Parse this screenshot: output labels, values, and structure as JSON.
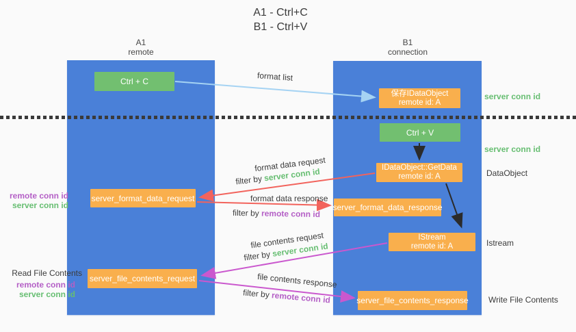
{
  "title": {
    "line1": "A1 - Ctrl+C",
    "line2": "B1 - Ctrl+V"
  },
  "columns": {
    "a1": {
      "name": "A1",
      "subtitle": "remote"
    },
    "b1": {
      "name": "B1",
      "subtitle": "connection"
    }
  },
  "nodes": {
    "ctrl_c": "Ctrl + C",
    "ctrl_v": "Ctrl + V",
    "save_idataobject_line1": "保存IDataObject",
    "save_idataobject_line2": "remote id: A",
    "getdata_line1": "IDataObject::GetData",
    "getdata_line2": "remote id: A",
    "istream_line1": "IStream",
    "istream_line2": "remote id: A",
    "server_format_data_request": "server_format_data_request",
    "server_format_data_response": "server_format_data_response",
    "server_file_contents_request": "server_file_contents_request",
    "server_file_contents_response": "server_file_contents_response"
  },
  "arrow_labels": {
    "format_list": "format list",
    "format_data_request": "format data request",
    "format_data_response": "format data response",
    "file_contents_request": "file contents request",
    "file_contents_response": "file contents response",
    "filter_by": "filter by"
  },
  "terms": {
    "server_conn_id": "server conn id",
    "remote_conn_id": "remote conn id"
  },
  "side_labels": {
    "right_server_conn_id_1": "server conn id",
    "right_server_conn_id_2": "server conn id",
    "dataobject": "DataObject",
    "istream": "Istream",
    "write_file_contents": "Write File Contents",
    "read_file_contents": "Read File Contents",
    "left_remote_conn_id_1": "remote conn id",
    "left_server_conn_id_1": "server conn id",
    "left_remote_conn_id_2": "remote conn id",
    "left_server_conn_id_2": "server conn id"
  },
  "colors": {
    "background": "#fafafa",
    "lifeline_blue": "#4a80d8",
    "node_orange": "#f9af4d",
    "node_green": "#72bf70",
    "text_dark": "#3b3b3b",
    "text_white": "#ffffff",
    "green_label": "#67be72",
    "purple_label": "#b45fc6",
    "arrow_red": "#f2635c",
    "arrow_magenta": "#ca58ce",
    "arrow_blue": "#a5d3f3",
    "arrow_black": "#2b2b2b",
    "divider_black": "#3a3a3a"
  }
}
